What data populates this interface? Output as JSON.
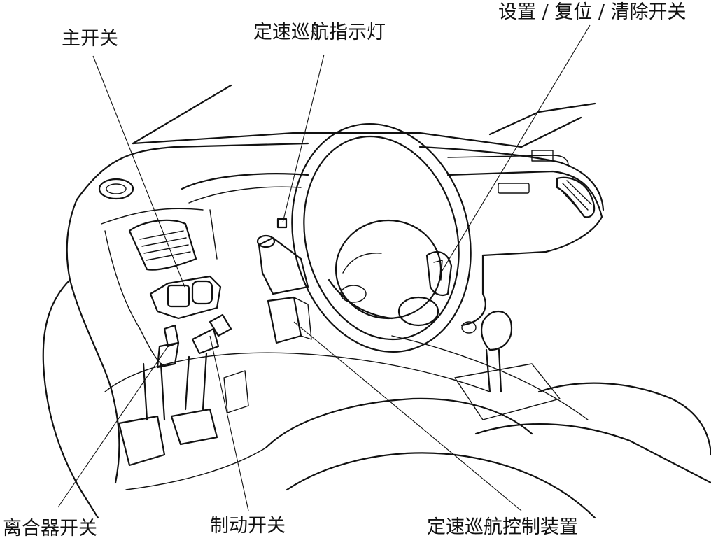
{
  "labels": {
    "main_switch": "主开关",
    "cruise_indicator": "定速巡航指示灯",
    "set_reset_clear_switch": "设置 / 复位 / 清除开关",
    "clutch_switch": "离合器开关",
    "brake_switch": "制动开关",
    "cruise_control_unit": "定速巡航控制装置"
  }
}
